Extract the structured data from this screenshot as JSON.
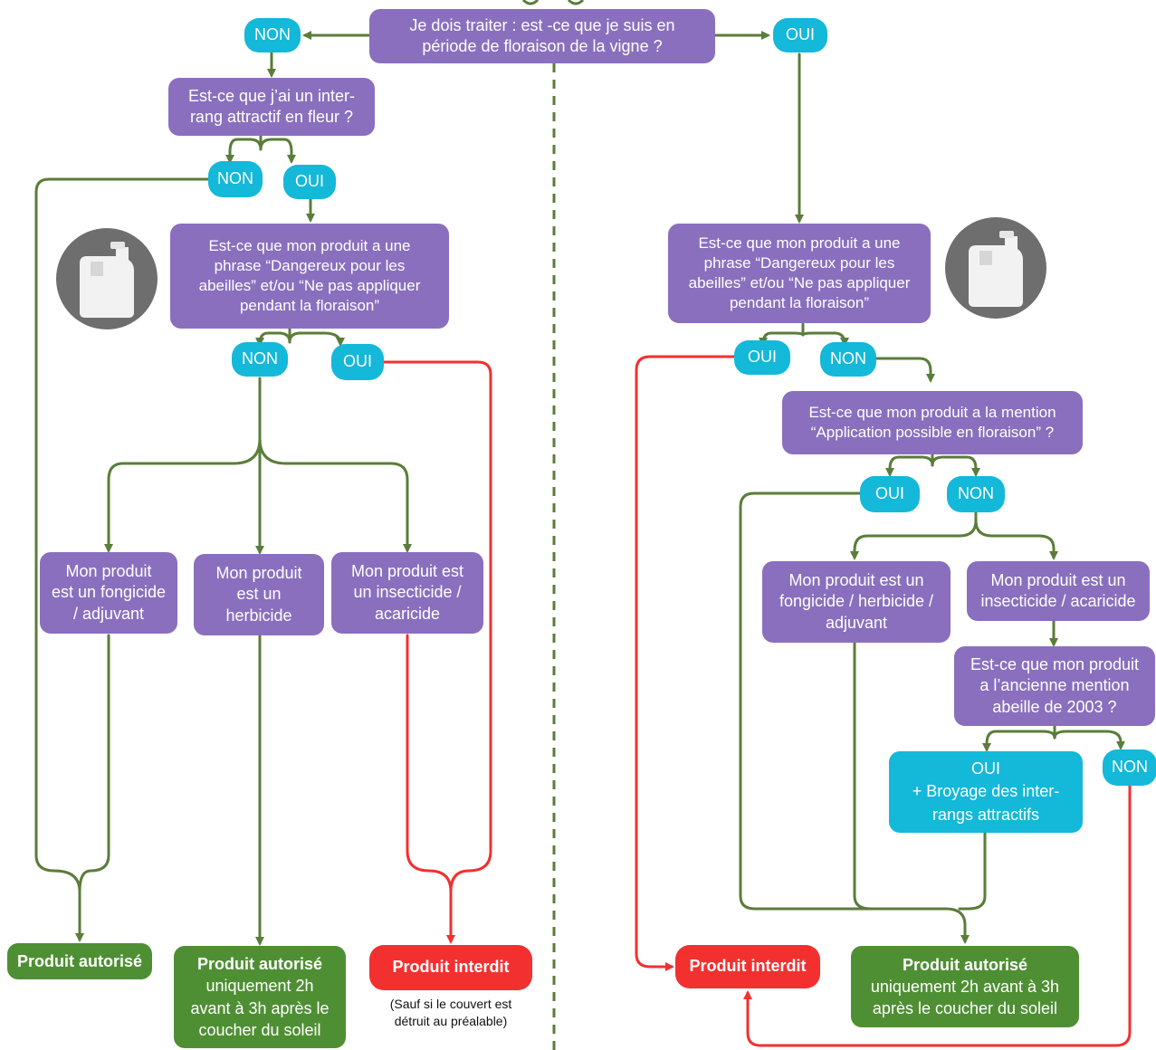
{
  "colors": {
    "question": "#8a6fbe",
    "answer": "#14b8d8",
    "allowed": "#4f8f34",
    "forbidden": "#f23030",
    "arrow_green": "#5a7d3a",
    "arrow_red": "#f23030"
  },
  "top_question": "Je dois traiter : est -ce que je suis en\npériode de floraison de la vigne ?",
  "left": {
    "non": "NON",
    "q_interrang": "Est-ce que j’ai un inter-\nrang attractif en fleur ?",
    "interrang_non": "NON",
    "interrang_oui": "OUI",
    "q_phrase": "Est-ce que mon produit a une\nphrase “Dangereux pour les\nabeilles” et/ou “Ne pas appliquer\npendant la floraison”",
    "phrase_non": "NON",
    "phrase_oui": "OUI",
    "fongicide": "Mon produit\nest un fongicide\n/ adjuvant",
    "herbicide": "Mon produit\nest un\nherbicide",
    "insecticide": "Mon produit est\nun insecticide /\nacaricide",
    "result_autorise": "Produit autorisé",
    "result_autorise_2h_title": "Produit autorisé",
    "result_autorise_2h_text": "uniquement 2h\navant à 3h après le\ncoucher du soleil",
    "result_interdit": "Produit interdit",
    "interdit_note": "(Sauf si le couvert est\ndétruit au préalable)"
  },
  "right": {
    "oui": "OUI",
    "q_phrase": "Est-ce que mon produit a une\nphrase “Dangereux pour les\nabeilles” et/ou “Ne pas appliquer\npendant la floraison”",
    "phrase_oui": "OUI",
    "phrase_non": "NON",
    "q_mention": "Est-ce que mon produit a la mention\n“Application possible en floraison” ?",
    "mention_oui": "OUI",
    "mention_non": "NON",
    "fongicide_herbicide": "Mon produit est un\nfongicide / herbicide /\nadjuvant",
    "insecticide": "Mon produit est un\ninsecticide / acaricide",
    "q_ancienne": "Est-ce que mon produit\na l’ancienne mention\nabeille de 2003 ?",
    "ancienne_oui": "OUI\n+ Broyage des inter-\nrangs attractifs",
    "ancienne_non": "NON",
    "result_interdit": "Produit interdit",
    "result_autorise_2h_title": "Produit autorisé",
    "result_autorise_2h_text": "uniquement 2h avant à 3h\naprès le coucher du soleil"
  }
}
